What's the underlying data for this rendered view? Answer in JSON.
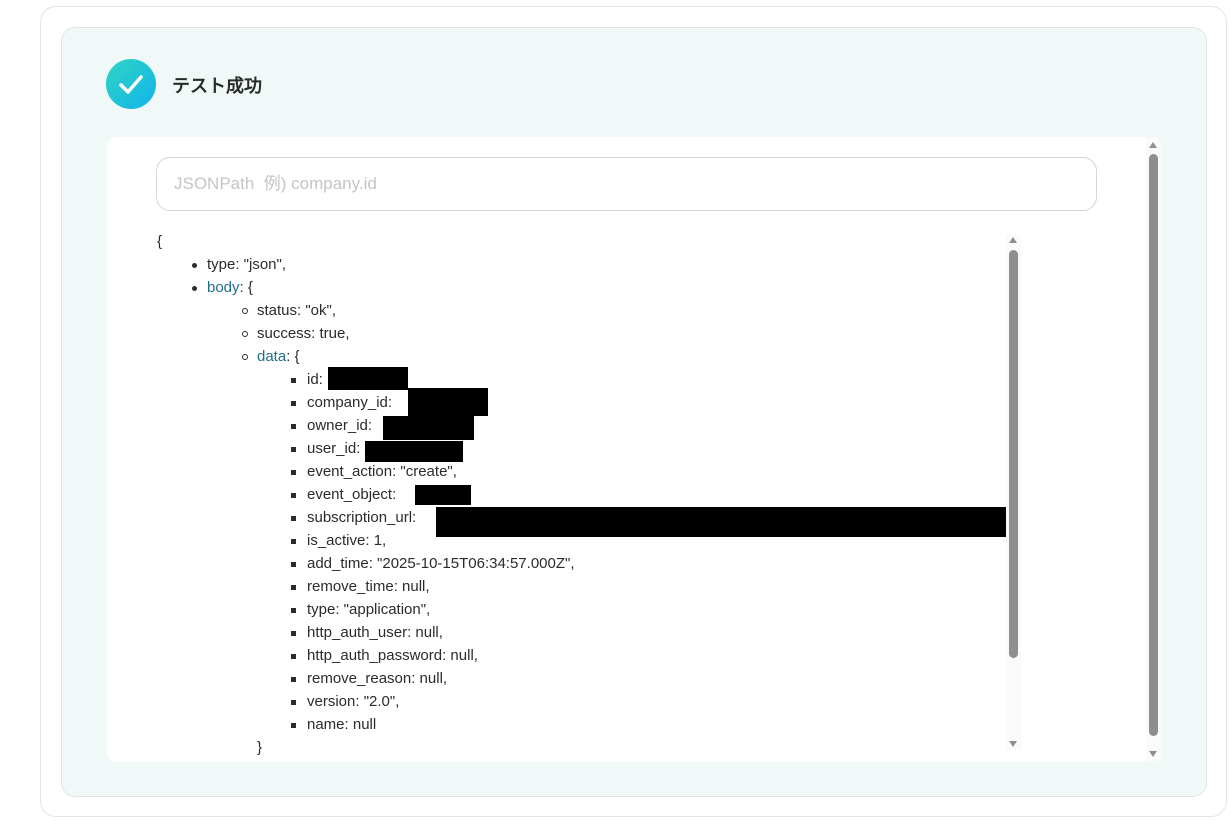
{
  "header": {
    "title": "テスト成功",
    "status_icon": "check-circle-icon",
    "accent": "#12b3ea"
  },
  "search": {
    "placeholder": "JSONPath  例) company.id",
    "value": ""
  },
  "json_tree": {
    "open": "{",
    "type_line": "type: \"json\",",
    "body_key": "body",
    "body_open": ": {",
    "status_line": "status: \"ok\",",
    "success_line": "success: true,",
    "data_key": "data",
    "data_open": ": {",
    "fields": [
      {
        "text": "id:",
        "redacted": true
      },
      {
        "text": "company_id:",
        "redacted": true
      },
      {
        "text": "owner_id:",
        "redacted": true
      },
      {
        "text": "user_id:",
        "redacted": true
      },
      {
        "text": "event_action: \"create\",",
        "redacted": false
      },
      {
        "text": "event_object:",
        "redacted": true
      },
      {
        "text": "subscription_url:",
        "redacted": true
      },
      {
        "text": "is_active: 1,",
        "redacted": false
      },
      {
        "text": "add_time: \"2025-10-15T06:34:57.000Z\",",
        "redacted": false
      },
      {
        "text": "remove_time: null,",
        "redacted": false
      },
      {
        "text": "type: \"application\",",
        "redacted": false
      },
      {
        "text": "http_auth_user: null,",
        "redacted": false
      },
      {
        "text": "http_auth_password: null,",
        "redacted": false
      },
      {
        "text": "remove_reason: null,",
        "redacted": false
      },
      {
        "text": "version: \"2.0\",",
        "redacted": false
      },
      {
        "text": "name: null",
        "redacted": false
      }
    ],
    "data_close": "}"
  }
}
